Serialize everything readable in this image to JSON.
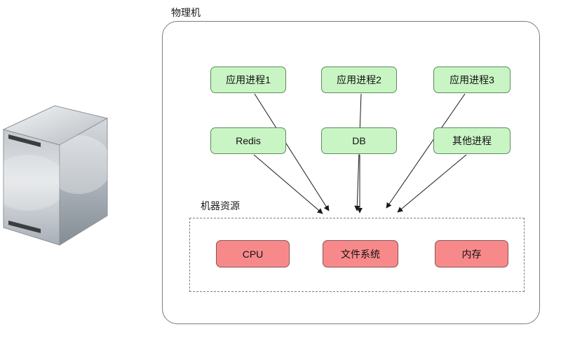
{
  "machine": {
    "label": "物理机"
  },
  "apps": [
    "应用进程1",
    "应用进程2",
    "应用进程3"
  ],
  "middle": [
    "Redis",
    "DB",
    "其他进程"
  ],
  "resources": {
    "label": "机器资源",
    "items": [
      "CPU",
      "文件系统",
      "内存"
    ]
  },
  "connections": [
    {
      "from": "应用进程1",
      "to": "机器资源"
    },
    {
      "from": "应用进程2",
      "to": "机器资源"
    },
    {
      "from": "应用进程3",
      "to": "机器资源"
    },
    {
      "from": "Redis",
      "to": "机器资源"
    },
    {
      "from": "DB",
      "to": "机器资源"
    },
    {
      "from": "其他进程",
      "to": "机器资源"
    }
  ],
  "colors": {
    "process_fill": "#c9f5c4",
    "process_border": "#5e8a5e",
    "resource_fill": "#f8898a",
    "resource_border": "#8a5252",
    "outline_gray": "#7d7d7d",
    "arrow": "#1a1a1a"
  },
  "illustration": {
    "name": "server-tower"
  }
}
